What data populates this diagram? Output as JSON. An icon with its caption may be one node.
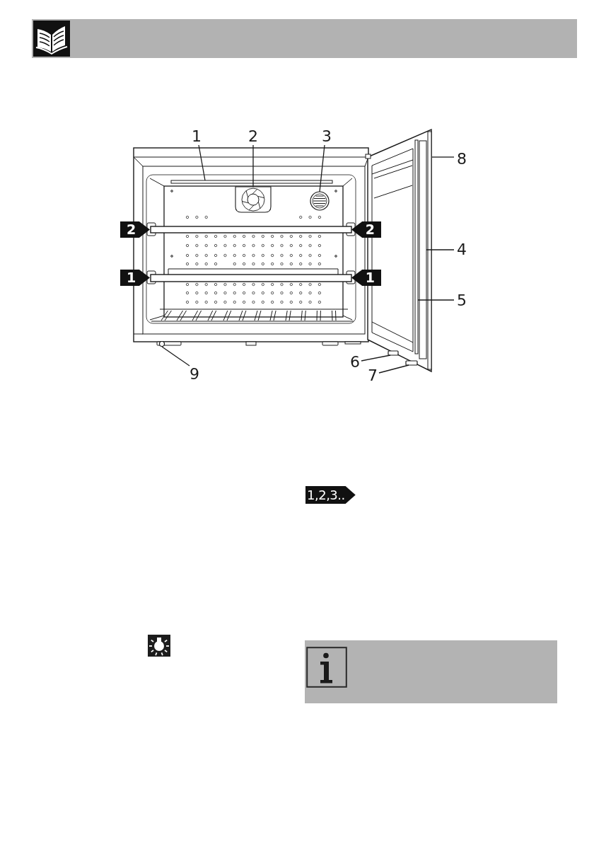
{
  "diagram": {
    "nodes": [
      {
        "text": [
          "1"
        ]
      },
      {
        "text": [
          "2"
        ]
      },
      {
        "text": [
          "3"
        ]
      },
      {
        "text": [
          "8"
        ]
      },
      {
        "text": [
          "4"
        ]
      },
      {
        "text": [
          "5"
        ]
      },
      {
        "text": [
          "6"
        ]
      },
      {
        "text": [
          "9"
        ]
      },
      {
        "text": [
          "7"
        ]
      },
      {
        "text": [],
        "shape": "circle"
      },
      {
        "text": [],
        "shape": "bar"
      },
      {
        "text": [],
        "shape": "picture"
      },
      {
        "text": [],
        "shape": "circle"
      },
      {
        "text": [],
        "shape": "box"
      },
      {
        "text": [],
        "shape": "box"
      },
      {
        "text": [],
        "shape": "bar"
      },
      {
        "text": [],
        "shape": "bar"
      },
      {
        "text": [],
        "shape": "bar"
      }
    ],
    "edges": [
      {
        "from": 0,
        "to": 10,
        "arrow": "none"
      },
      {
        "from": 1,
        "to": 11,
        "arrow": "none"
      },
      {
        "from": 2,
        "to": 12,
        "arrow": "none"
      },
      {
        "from": 3,
        "to": 17,
        "arrow": "none"
      },
      {
        "from": 4,
        "to": 16,
        "arrow": "none"
      },
      {
        "from": 5,
        "to": 15,
        "arrow": "none"
      },
      {
        "from": 6,
        "to": 13,
        "arrow": "none"
      },
      {
        "from": 8,
        "to": 14,
        "arrow": "none"
      },
      {
        "from": 7,
        "to": 9,
        "arrow": "none"
      }
    ],
    "labels": [
      "2",
      "2",
      "1",
      "1",
      "1,2,3.."
    ]
  }
}
